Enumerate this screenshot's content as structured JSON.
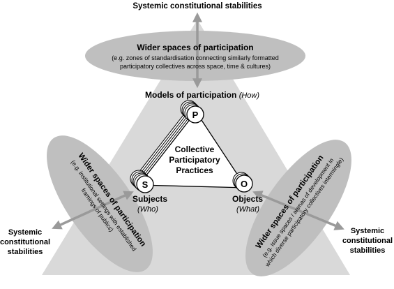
{
  "top": {
    "stability_label": "Systemic constitutional stabilities",
    "wider_title": "Wider spaces of participation",
    "wider_line1": "(e.g. zones of standardisation connecting similarly formatted",
    "wider_line2": "participatory collectives across space, time & cultures)"
  },
  "left": {
    "stability_line1": "Systemic",
    "stability_line2": "constitutional",
    "stability_line3": "stabilities",
    "wider_title": "Wider spaces of participation",
    "wider_line1": "(e.g. institutional settings with established",
    "wider_line2": "framings of publics)"
  },
  "right": {
    "stability_line1": "Systemic",
    "stability_line2": "constitutional",
    "stability_line3": "stabilities",
    "wider_title": "Wider spaces of participation",
    "wider_line1": "(e.g. issue spaces / arenas of development in",
    "wider_line2": "which diverse participatory collectives intermingle)"
  },
  "center": {
    "models_label": "Models of participation",
    "models_how": "(How)",
    "collective_line1": "Collective",
    "collective_line2": "Participatory",
    "collective_line3": "Practices",
    "node_p": "P",
    "node_s": "S",
    "node_o": "O",
    "subjects_label": "Subjects",
    "subjects_who": "(Who)",
    "objects_label": "Objects",
    "objects_what": "(What)"
  },
  "colors": {
    "big_triangle": "#d9d9d9",
    "ellipse": "#bfbfbf",
    "arrow": "#9a9a9a",
    "inner_triangle": "#ffffff",
    "stroke": "#000000"
  }
}
